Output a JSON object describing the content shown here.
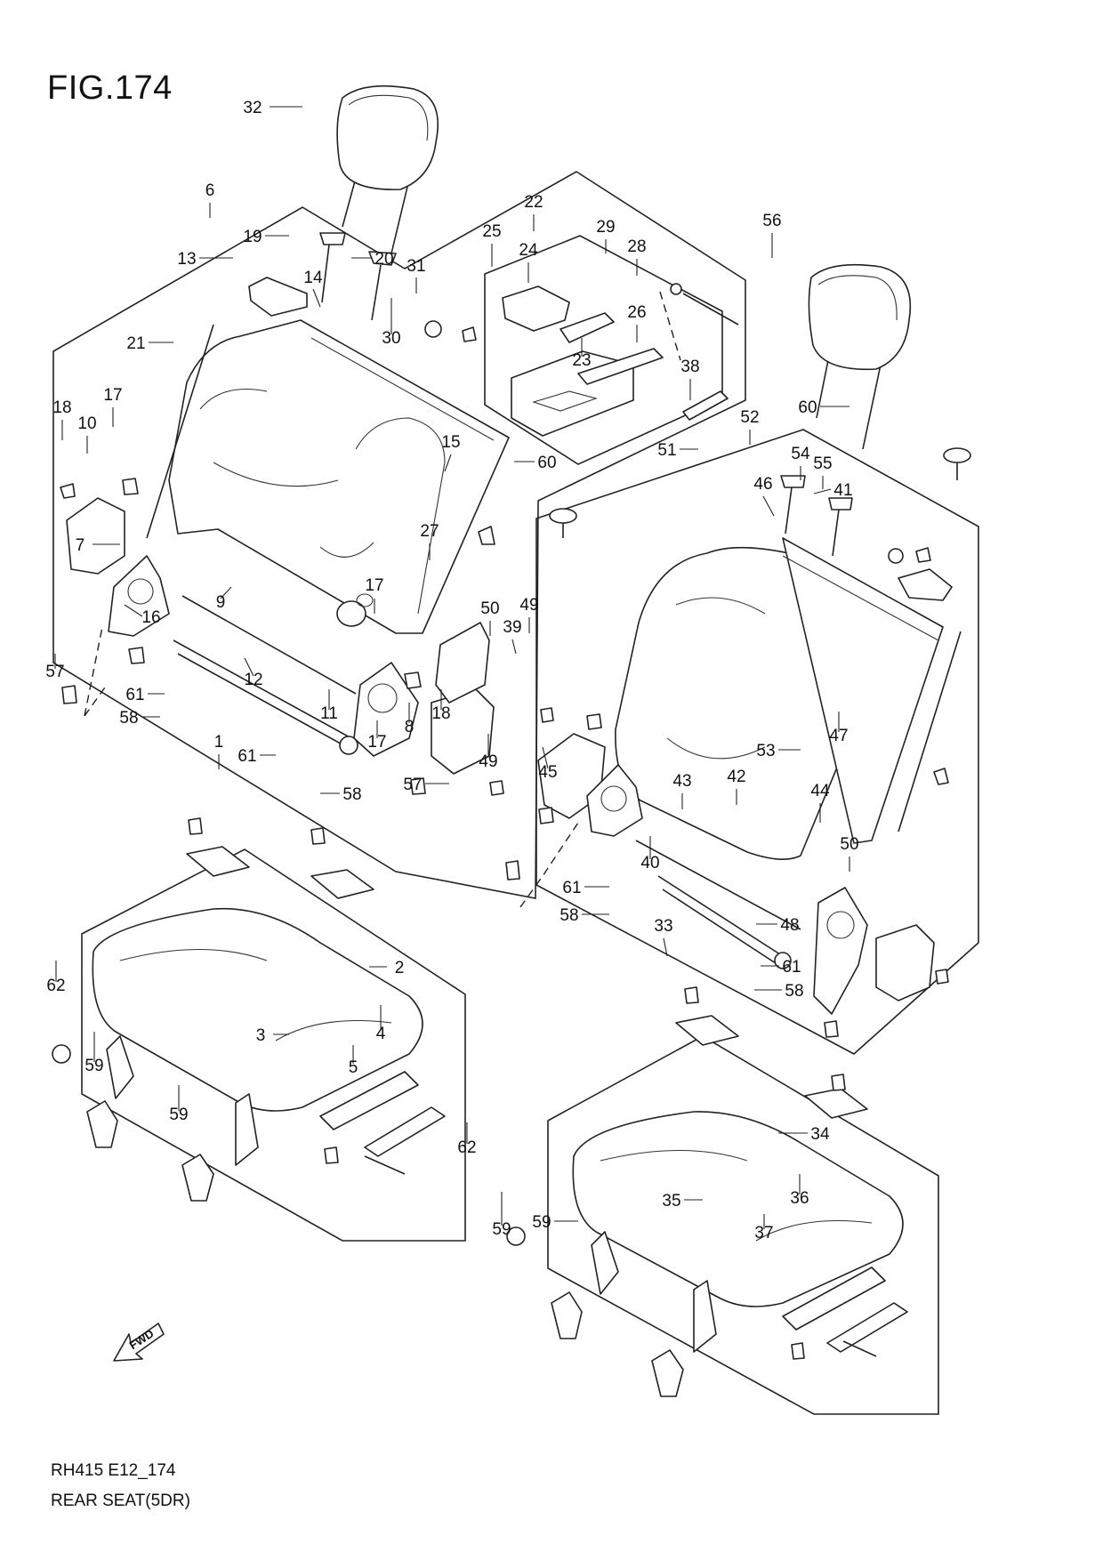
{
  "figure": {
    "title": "FIG.174",
    "code": "RH415 E12_174",
    "description": "REAR SEAT(5DR)",
    "direction_label": "FWD"
  },
  "callouts": [
    {
      "id": "c1",
      "text": "1"
    },
    {
      "id": "c2",
      "text": "2"
    },
    {
      "id": "c3",
      "text": "3"
    },
    {
      "id": "c4",
      "text": "4"
    },
    {
      "id": "c5",
      "text": "5"
    },
    {
      "id": "c6",
      "text": "6"
    },
    {
      "id": "c7",
      "text": "7"
    },
    {
      "id": "c8",
      "text": "8"
    },
    {
      "id": "c9",
      "text": "9"
    },
    {
      "id": "c10",
      "text": "10"
    },
    {
      "id": "c11",
      "text": "11"
    },
    {
      "id": "c12",
      "text": "12"
    },
    {
      "id": "c13",
      "text": "13"
    },
    {
      "id": "c14",
      "text": "14"
    },
    {
      "id": "c15",
      "text": "15"
    },
    {
      "id": "c16",
      "text": "16"
    },
    {
      "id": "c17a",
      "text": "17"
    },
    {
      "id": "c17b",
      "text": "17"
    },
    {
      "id": "c17c",
      "text": "17"
    },
    {
      "id": "c18a",
      "text": "18"
    },
    {
      "id": "c18b",
      "text": "18"
    },
    {
      "id": "c19",
      "text": "19"
    },
    {
      "id": "c20",
      "text": "20"
    },
    {
      "id": "c21",
      "text": "21"
    },
    {
      "id": "c22",
      "text": "22"
    },
    {
      "id": "c23",
      "text": "23"
    },
    {
      "id": "c24",
      "text": "24"
    },
    {
      "id": "c25",
      "text": "25"
    },
    {
      "id": "c26",
      "text": "26"
    },
    {
      "id": "c27",
      "text": "27"
    },
    {
      "id": "c28",
      "text": "28"
    },
    {
      "id": "c29",
      "text": "29"
    },
    {
      "id": "c30",
      "text": "30"
    },
    {
      "id": "c31",
      "text": "31"
    },
    {
      "id": "c32",
      "text": "32"
    },
    {
      "id": "c33",
      "text": "33"
    },
    {
      "id": "c34",
      "text": "34"
    },
    {
      "id": "c35",
      "text": "35"
    },
    {
      "id": "c36",
      "text": "36"
    },
    {
      "id": "c37",
      "text": "37"
    },
    {
      "id": "c38",
      "text": "38"
    },
    {
      "id": "c39",
      "text": "39"
    },
    {
      "id": "c40",
      "text": "40"
    },
    {
      "id": "c41",
      "text": "41"
    },
    {
      "id": "c42",
      "text": "42"
    },
    {
      "id": "c43",
      "text": "43"
    },
    {
      "id": "c44",
      "text": "44"
    },
    {
      "id": "c45",
      "text": "45"
    },
    {
      "id": "c46",
      "text": "46"
    },
    {
      "id": "c47",
      "text": "47"
    },
    {
      "id": "c48",
      "text": "48"
    },
    {
      "id": "c49a",
      "text": "49"
    },
    {
      "id": "c49b",
      "text": "49"
    },
    {
      "id": "c50a",
      "text": "50"
    },
    {
      "id": "c50b",
      "text": "50"
    },
    {
      "id": "c51",
      "text": "51"
    },
    {
      "id": "c52",
      "text": "52"
    },
    {
      "id": "c53",
      "text": "53"
    },
    {
      "id": "c54",
      "text": "54"
    },
    {
      "id": "c55",
      "text": "55"
    },
    {
      "id": "c56",
      "text": "56"
    },
    {
      "id": "c57a",
      "text": "57"
    },
    {
      "id": "c57b",
      "text": "57"
    },
    {
      "id": "c58a",
      "text": "58"
    },
    {
      "id": "c58b",
      "text": "58"
    },
    {
      "id": "c58c",
      "text": "58"
    },
    {
      "id": "c58d",
      "text": "58"
    },
    {
      "id": "c59a",
      "text": "59"
    },
    {
      "id": "c59b",
      "text": "59"
    },
    {
      "id": "c59c",
      "text": "59"
    },
    {
      "id": "c59d",
      "text": "59"
    },
    {
      "id": "c60a",
      "text": "60"
    },
    {
      "id": "c60b",
      "text": "60"
    },
    {
      "id": "c61a",
      "text": "61"
    },
    {
      "id": "c61b",
      "text": "61"
    },
    {
      "id": "c61c",
      "text": "61"
    },
    {
      "id": "c61d",
      "text": "61"
    },
    {
      "id": "c62a",
      "text": "62"
    },
    {
      "id": "c62b",
      "text": "62"
    }
  ]
}
